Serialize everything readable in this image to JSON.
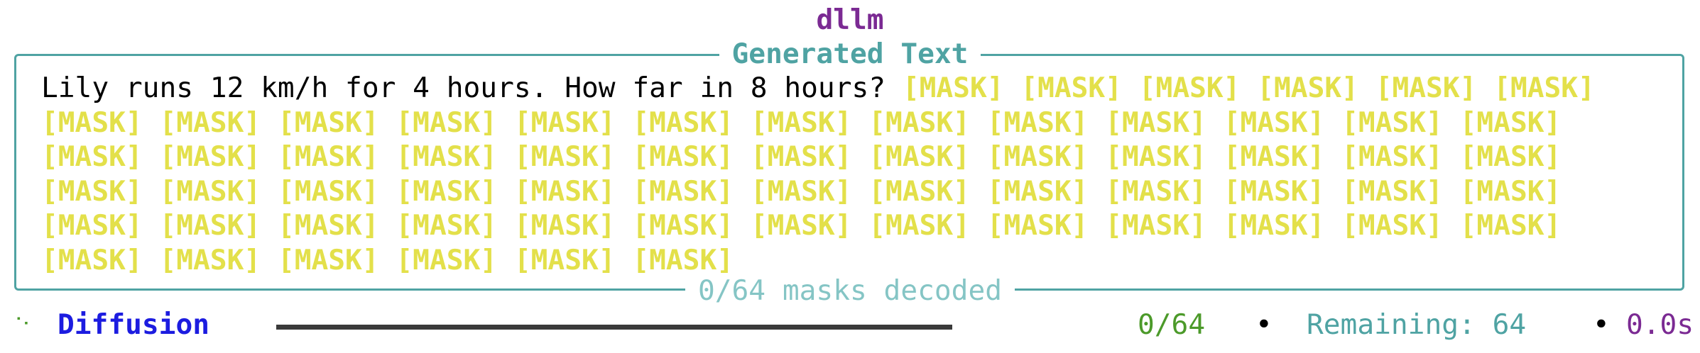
{
  "app_title": "dllm",
  "panel": {
    "title": "Generated Text",
    "footer": "0/64 masks decoded",
    "prompt": "Lily runs 12 km/h for 4 hours. How far in 8 hours?",
    "mask_token": "[MASK]",
    "mask_count": 64
  },
  "status": {
    "spinner": "⠈⠂",
    "mode": "Diffusion",
    "progress_fraction": 0,
    "count": "0/64",
    "bullet": "•",
    "remaining": "Remaining: 64",
    "elapsed": "0.0s"
  },
  "colors": {
    "accent": "#4fa3a3",
    "title": "#7b2a93",
    "mask": "#e3e04a",
    "mode": "#1c1ce0",
    "count": "#4c9a2a"
  }
}
